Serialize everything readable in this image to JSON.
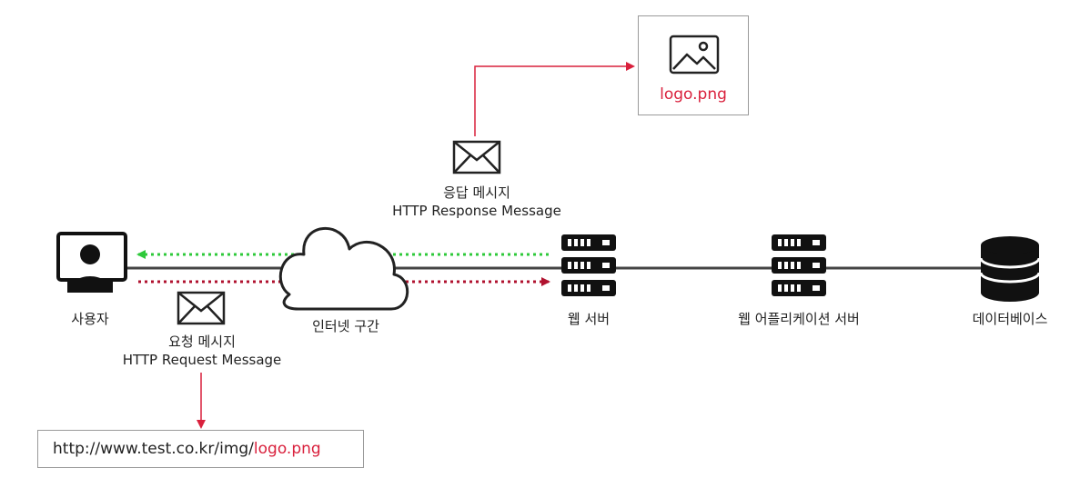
{
  "colors": {
    "request": "#b0122f",
    "response": "#2ec93a",
    "accent": "#d9203c",
    "line": "#444444",
    "icon": "#111111"
  },
  "icons": {
    "user": "person-monitor-icon",
    "internet": "cloud-icon",
    "web_server": "server-rack-icon",
    "was": "server-rack-icon",
    "database": "database-icon",
    "message": "envelope-icon",
    "file": "image-icon"
  },
  "nodes": {
    "user": "사용자",
    "internet": "인터넷 구간",
    "web_server": "웹 서버",
    "was": "웹 어플리케이션 서버",
    "database": "데이터베이스"
  },
  "request": {
    "label_ko": "요청 메시지",
    "label_en": "HTTP Request Message",
    "url_prefix": "http://www.test.co.kr/img/",
    "url_file": "logo.png"
  },
  "response": {
    "label_ko": "응답 메시지",
    "label_en": "HTTP Response Message",
    "file_name": "logo.png"
  }
}
